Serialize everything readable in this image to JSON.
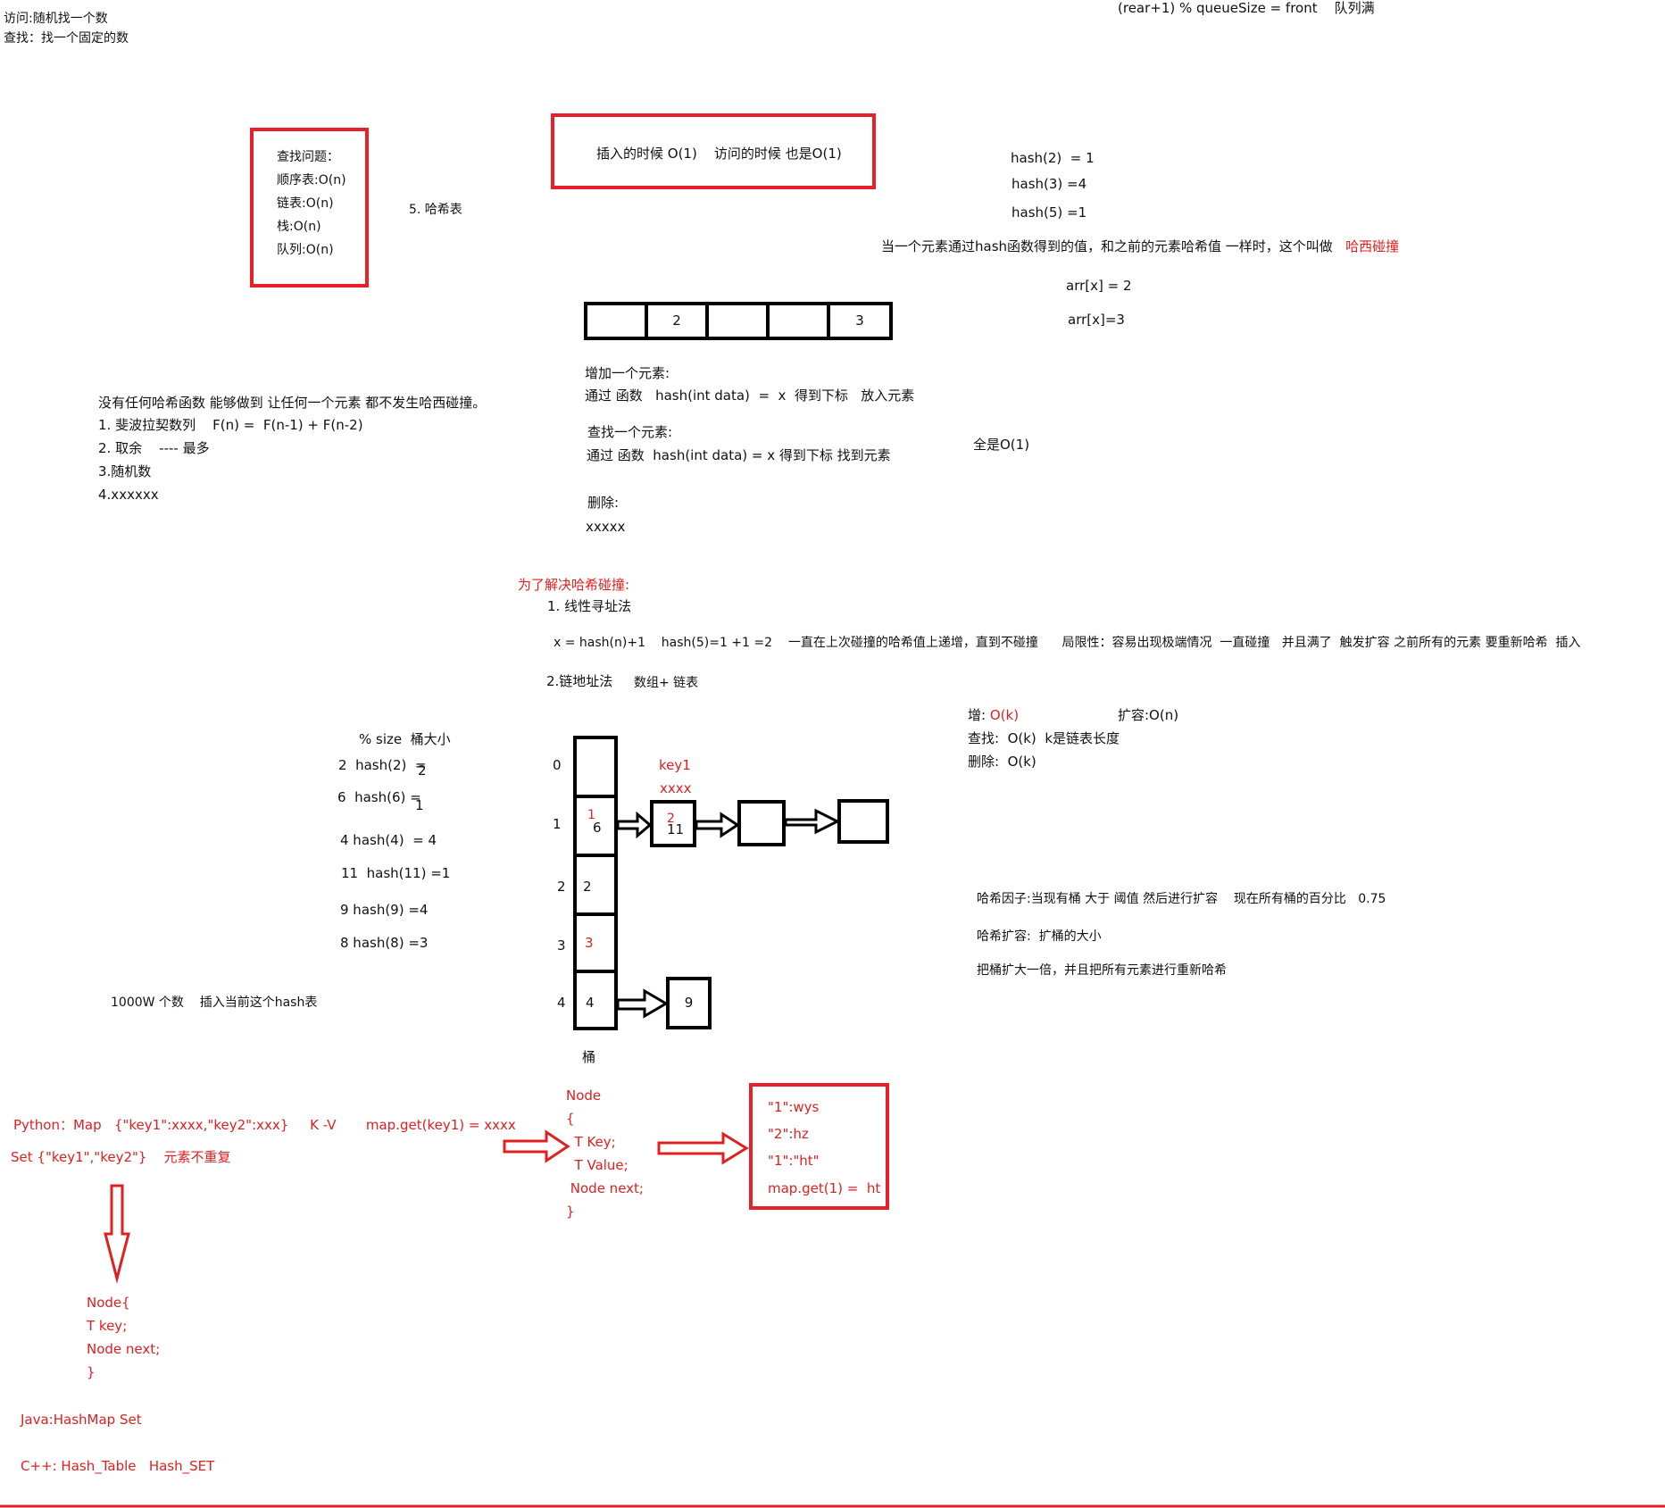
{
  "top_left": {
    "line1": "访问:随机找一个数",
    "line2": "查找：找一个固定的数"
  },
  "top_right": {
    "queue_full": "(rear+1) % queueSize = front    队列满"
  },
  "search_box": {
    "title": "查找问题：",
    "items": [
      "顺序表:O(n)",
      "链表:O(n)",
      "栈:O(n)",
      "队列:O(n)"
    ]
  },
  "hash_table_label": "5. 哈希表",
  "insert_box": {
    "text": "插入的时候 O(1)    访问的时候 也是O(1)"
  },
  "hash_examples": [
    "hash(2)  = 1",
    "hash(3) =4",
    "hash(5) =1"
  ],
  "collision_sentence": "当一个元素通过hash函数得到的值，和之前的元素哈希值 一样时，这个叫做",
  "collision_term": "哈西碰撞",
  "arr_examples": [
    "arr[x] = 2",
    "arr[x]=3"
  ],
  "array_cells": [
    "",
    "2",
    "",
    "",
    "3"
  ],
  "operations": {
    "add_title": "增加一个元素:",
    "add_desc": "通过 函数   hash(int data)  =  x  得到下标   放入元素",
    "find_title": "查找一个元素:",
    "find_desc": "通过 函数  hash(int data) = x 得到下标 找到元素",
    "delete_title": "删除:",
    "delete_desc": "xxxxx",
    "all_o1": "全是O(1)"
  },
  "no_perfect_hash": {
    "title": "没有任何哈希函数 能够做到 让任何一个元素 都不发生哈西碰撞。",
    "items": [
      "1. 斐波拉契数列    F(n) =  F(n-1) + F(n-2)",
      "2. 取余    ---- 最多",
      "3.随机数",
      "4.xxxxxx"
    ]
  },
  "resolve": {
    "title": "为了解决哈希碰撞:",
    "linear": "1. 线性寻址法",
    "linear_desc": "x = hash(n)+1    hash(5)=1 +1 =2    一直在上次碰撞的哈希值上递增，直到不碰撞      局限性：容易出现极端情况  一直碰撞   并且满了  触发扩容 之前所有的元素 要重新哈希  插入",
    "chain": "2.链地址法",
    "chain_desc": "数组+ 链表"
  },
  "complexity": {
    "add_label": "增:",
    "add_value": "O(k)",
    "expand": "扩容:O(n)",
    "find": "查找:  O(k)  k是链表长度",
    "delete": "删除:  O(k)"
  },
  "mod_examples": {
    "title": "% size  桶大小",
    "lines": [
      "2  hash(2)  =",
      "6  hash(6) =",
      "4 hash(4)  = 4",
      "11  hash(11) =1",
      "9 hash(9) =4",
      "8 hash(8) =3"
    ],
    "sub": [
      "2",
      "1"
    ]
  },
  "bucket": {
    "indices": [
      "0",
      "1",
      "2",
      "3",
      "4"
    ],
    "values": [
      "",
      "6",
      "2",
      "3",
      "4"
    ],
    "small_red": "1",
    "label": "桶"
  },
  "chain_nodes": {
    "key_label": "key1",
    "key_value": "xxxx",
    "node1_red": "2",
    "node1_value": "11",
    "node_from_4": "9"
  },
  "big_data": "1000W 个数    插入当前这个hash表",
  "load_factor": {
    "line1": "哈希因子:当现有桶 大于 阈值 然后进行扩容    现在所有桶的百分比   0.75",
    "line2": "哈希扩容:  扩桶的大小",
    "line3": "把桶扩大一倍，并且把所有元素进行重新哈希"
  },
  "python": {
    "map_line": "Python：Map   {\"key1\":xxxx,\"key2\":xxx}     K -V       map.get(key1) = xxxx",
    "set_line": "Set {\"key1\",\"key2\"}    元素不重复"
  },
  "node_struct_left": [
    "Node{",
    "T key;",
    "Node next;",
    "}"
  ],
  "node_struct_mid": [
    "Node",
    "{",
    "  T Key;",
    "  T Value;",
    " Node next;",
    "}"
  ],
  "map_box": [
    "\"1\":wys",
    "\"2\":hz",
    "\"1\":\"ht\"",
    "map.get(1) =  ht"
  ],
  "java": "Java:HashMap Set",
  "cpp": "C++: Hash_Table   Hash_SET"
}
